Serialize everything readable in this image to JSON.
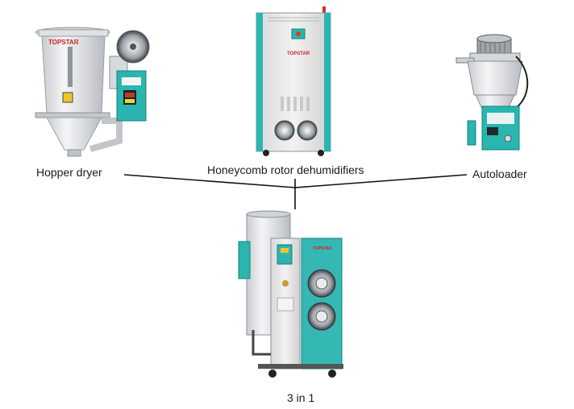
{
  "products": {
    "hopper_dryer": {
      "label": "Hopper dryer",
      "brand": "TOPSTAR"
    },
    "honeycomb": {
      "label": "Honeycomb rotor dehumidifiers",
      "brand": "TOPSTAR"
    },
    "autoloader": {
      "label": "Autoloader"
    },
    "three_in_one": {
      "label": "3 in 1",
      "brand": "TOPSTAR"
    }
  },
  "colors": {
    "teal": "#2ab5b0",
    "steel": "#d9dcdf",
    "panel_gray": "#e6e6e6",
    "line": "#111111"
  }
}
